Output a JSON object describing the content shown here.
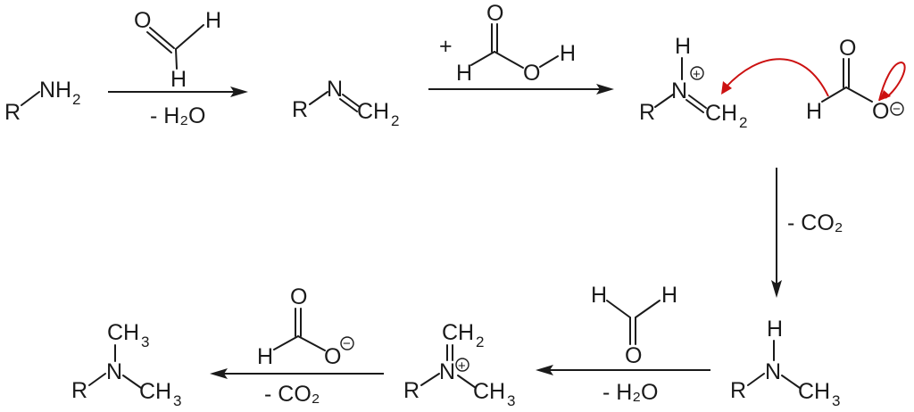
{
  "atoms": {
    "R": "R",
    "N": "N",
    "H": "H",
    "O": "O",
    "NH": "NH",
    "CH": "CH",
    "sub2": "2",
    "sub3": "3",
    "plus": "+",
    "minus_sign": "−"
  },
  "labels": {
    "step1": "- H₂O",
    "step2_reagent_plus": "+",
    "step3": "- CO₂",
    "step4": "- H₂O",
    "step5": "- CO₂"
  },
  "colors": {
    "ink": "#1a1a1a",
    "electron_arrow": "#cc1111"
  }
}
